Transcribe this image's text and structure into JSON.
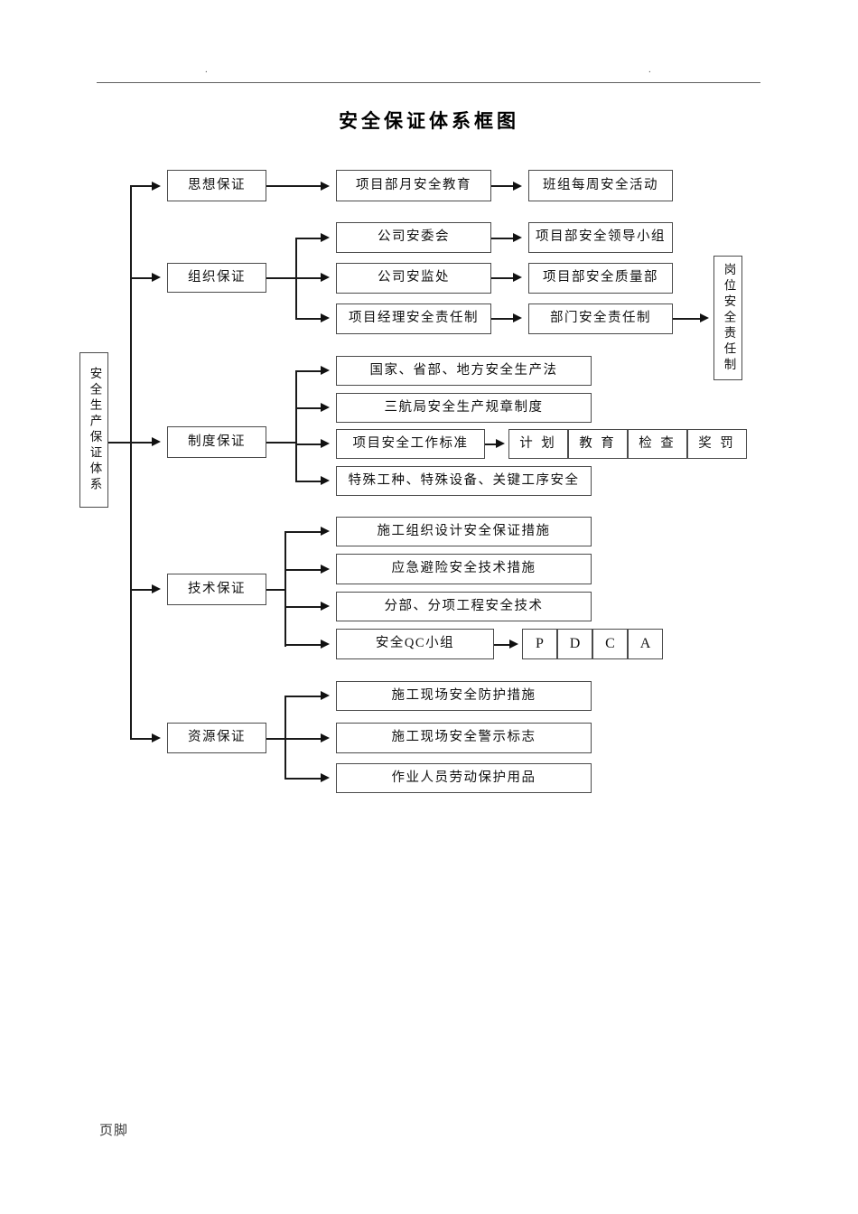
{
  "header": {
    "dots": [
      ".",
      "."
    ],
    "rule": true
  },
  "title": "安全保证体系框图",
  "footer": "页脚",
  "diagram": {
    "root": "安全生产保证体系",
    "right_node": "岗位安全责任制",
    "branches": [
      {
        "label": "思想保证",
        "children": [
          "项目部月安全教育"
        ],
        "grandchildren": [
          "班组每周安全活动"
        ]
      },
      {
        "label": "组织保证",
        "children": [
          "公司安委会",
          "公司安监处",
          "项目经理安全责任制"
        ],
        "grandchildren": [
          "项目部安全领导小组",
          "项目部安全质量部",
          "部门安全责任制"
        ]
      },
      {
        "label": "制度保证",
        "children": [
          "国家、省部、地方安全生产法",
          "三航局安全生产规章制度",
          "项目安全工作标准",
          "特殊工种、特殊设备、关键工序安全"
        ],
        "sub_cells": [
          "计 划",
          "教 育",
          "检 查",
          "奖 罚"
        ]
      },
      {
        "label": "技术保证",
        "children": [
          "施工组织设计安全保证措施",
          "应急避险安全技术措施",
          "分部、分项工程安全技术",
          "安全QC小组"
        ],
        "sub_cells": [
          "P",
          "D",
          "C",
          "A"
        ]
      },
      {
        "label": "资源保证",
        "children": [
          "施工现场安全防护措施",
          "施工现场安全警示标志",
          "作业人员劳动保护用品"
        ]
      }
    ]
  },
  "chart_data": {
    "type": "diagram",
    "title": "安全保证体系框图",
    "root": "安全生产保证体系",
    "terminal": "岗位安全责任制",
    "nodes": [
      {
        "level": 1,
        "text": "思想保证"
      },
      {
        "level": 2,
        "text": "项目部月安全教育",
        "parent": "思想保证"
      },
      {
        "level": 3,
        "text": "班组每周安全活动",
        "parent": "项目部月安全教育"
      },
      {
        "level": 1,
        "text": "组织保证"
      },
      {
        "level": 2,
        "text": "公司安委会",
        "parent": "组织保证"
      },
      {
        "level": 3,
        "text": "项目部安全领导小组",
        "parent": "公司安委会"
      },
      {
        "level": 2,
        "text": "公司安监处",
        "parent": "组织保证"
      },
      {
        "level": 3,
        "text": "项目部安全质量部",
        "parent": "公司安监处"
      },
      {
        "level": 2,
        "text": "项目经理安全责任制",
        "parent": "组织保证"
      },
      {
        "level": 3,
        "text": "部门安全责任制",
        "parent": "项目经理安全责任制"
      },
      {
        "level": 1,
        "text": "制度保证"
      },
      {
        "level": 2,
        "text": "国家、省部、地方安全生产法",
        "parent": "制度保证"
      },
      {
        "level": 2,
        "text": "三航局安全生产规章制度",
        "parent": "制度保证"
      },
      {
        "level": 2,
        "text": "项目安全工作标准",
        "parent": "制度保证"
      },
      {
        "level": 3,
        "text": "计 划",
        "parent": "项目安全工作标准"
      },
      {
        "level": 3,
        "text": "教 育",
        "parent": "项目安全工作标准"
      },
      {
        "level": 3,
        "text": "检 查",
        "parent": "项目安全工作标准"
      },
      {
        "level": 3,
        "text": "奖 罚",
        "parent": "项目安全工作标准"
      },
      {
        "level": 2,
        "text": "特殊工种、特殊设备、关键工序安全",
        "parent": "制度保证"
      },
      {
        "level": 1,
        "text": "技术保证"
      },
      {
        "level": 2,
        "text": "施工组织设计安全保证措施",
        "parent": "技术保证"
      },
      {
        "level": 2,
        "text": "应急避险安全技术措施",
        "parent": "技术保证"
      },
      {
        "level": 2,
        "text": "分部、分项工程安全技术",
        "parent": "技术保证"
      },
      {
        "level": 2,
        "text": "安全QC小组",
        "parent": "技术保证"
      },
      {
        "level": 3,
        "text": "P",
        "parent": "安全QC小组"
      },
      {
        "level": 3,
        "text": "D",
        "parent": "安全QC小组"
      },
      {
        "level": 3,
        "text": "C",
        "parent": "安全QC小组"
      },
      {
        "level": 3,
        "text": "A",
        "parent": "安全QC小组"
      },
      {
        "level": 1,
        "text": "资源保证"
      },
      {
        "level": 2,
        "text": "施工现场安全防护措施",
        "parent": "资源保证"
      },
      {
        "level": 2,
        "text": "施工现场安全警示标志",
        "parent": "资源保证"
      },
      {
        "level": 2,
        "text": "作业人员劳动保护用品",
        "parent": "资源保证"
      }
    ]
  }
}
